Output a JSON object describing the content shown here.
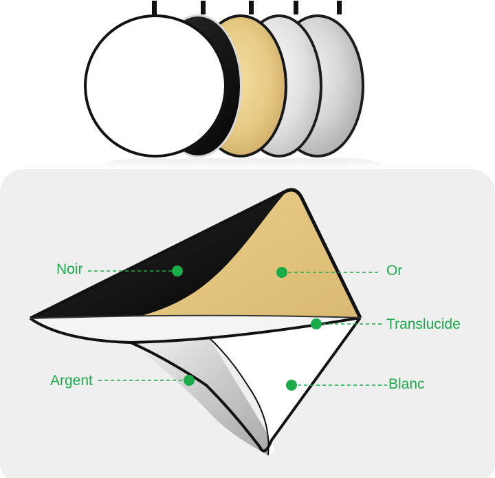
{
  "labels": {
    "noir": "Noir",
    "or": "Or",
    "translucide": "Translucide",
    "argent": "Argent",
    "blanc": "Blanc"
  },
  "colors": {
    "label_green": "#1aab4a",
    "panel_gray": "#efefef",
    "noir": "#0b0b0b",
    "or": "#e8cc86",
    "argent": "#cfcfcf",
    "blanc": "#ffffff",
    "translucide": "#f2f2f2"
  },
  "discs": [
    "blanc",
    "noir",
    "or",
    "argent",
    "argent"
  ]
}
